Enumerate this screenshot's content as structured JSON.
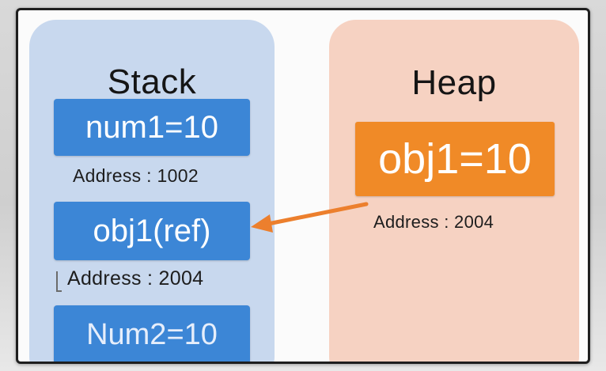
{
  "stack": {
    "title": "Stack",
    "items": [
      {
        "label": "num1=10",
        "address": "Address : 1002"
      },
      {
        "label": "obj1(ref)",
        "address": "Address : 2004"
      },
      {
        "label": "Num2=10"
      }
    ]
  },
  "heap": {
    "title": "Heap",
    "items": [
      {
        "label": "obj1=10",
        "address": "Address : 2004"
      }
    ]
  },
  "colors": {
    "stack_panel": "#c8d8ee",
    "heap_panel": "#f6d2c2",
    "stack_box": "#3c86d6",
    "heap_box": "#f08a27",
    "arrow": "#ec7f2d"
  }
}
